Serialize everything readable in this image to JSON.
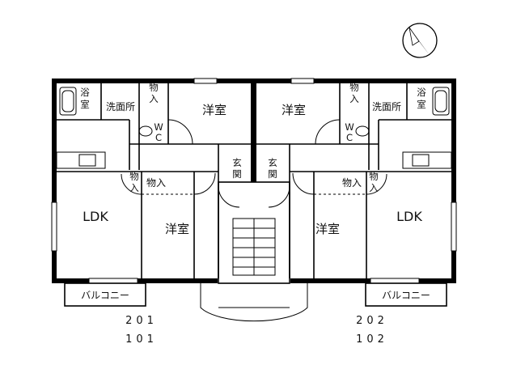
{
  "units": {
    "left": {
      "bath": [
        "浴",
        "室"
      ],
      "washroom": "洗面所",
      "storage_top": [
        "物",
        "入"
      ],
      "western_top": "洋室",
      "wc": [
        "W",
        "C"
      ],
      "entrance": [
        "玄",
        "関"
      ],
      "storage_mid_v": [
        "物",
        "入"
      ],
      "storage_mid_h": "物入",
      "ldk": "LDK",
      "western_bottom": "洋室",
      "balcony": "バルコニー",
      "unit_upper": "201",
      "unit_lower": "101"
    },
    "right": {
      "bath": [
        "浴",
        "室"
      ],
      "washroom": "洗面所",
      "storage_top": [
        "物",
        "入"
      ],
      "western_top": "洋室",
      "wc": [
        "W",
        "C"
      ],
      "entrance": [
        "玄",
        "関"
      ],
      "storage_mid_v": [
        "物",
        "入"
      ],
      "storage_mid_h": "物入",
      "ldk": "LDK",
      "western_bottom": "洋室",
      "balcony": "バルコニー",
      "unit_upper": "202",
      "unit_lower": "102"
    }
  },
  "icons": {
    "compass": "north-arrow-icon",
    "bathtub": "bathtub-icon",
    "toilet": "toilet-icon",
    "kitchen": "kitchen-counter-icon",
    "stairs": "stairs-icon"
  }
}
